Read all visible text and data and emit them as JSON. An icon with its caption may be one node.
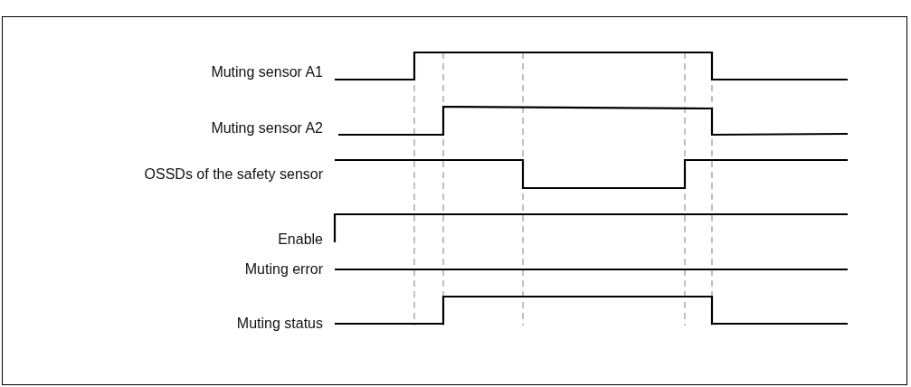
{
  "diagram": {
    "labels": [
      "Muting sensor A1",
      "Muting sensor A2",
      "OSSDs of the safety sensor",
      "Enable",
      "Muting error",
      "Muting status"
    ]
  }
}
